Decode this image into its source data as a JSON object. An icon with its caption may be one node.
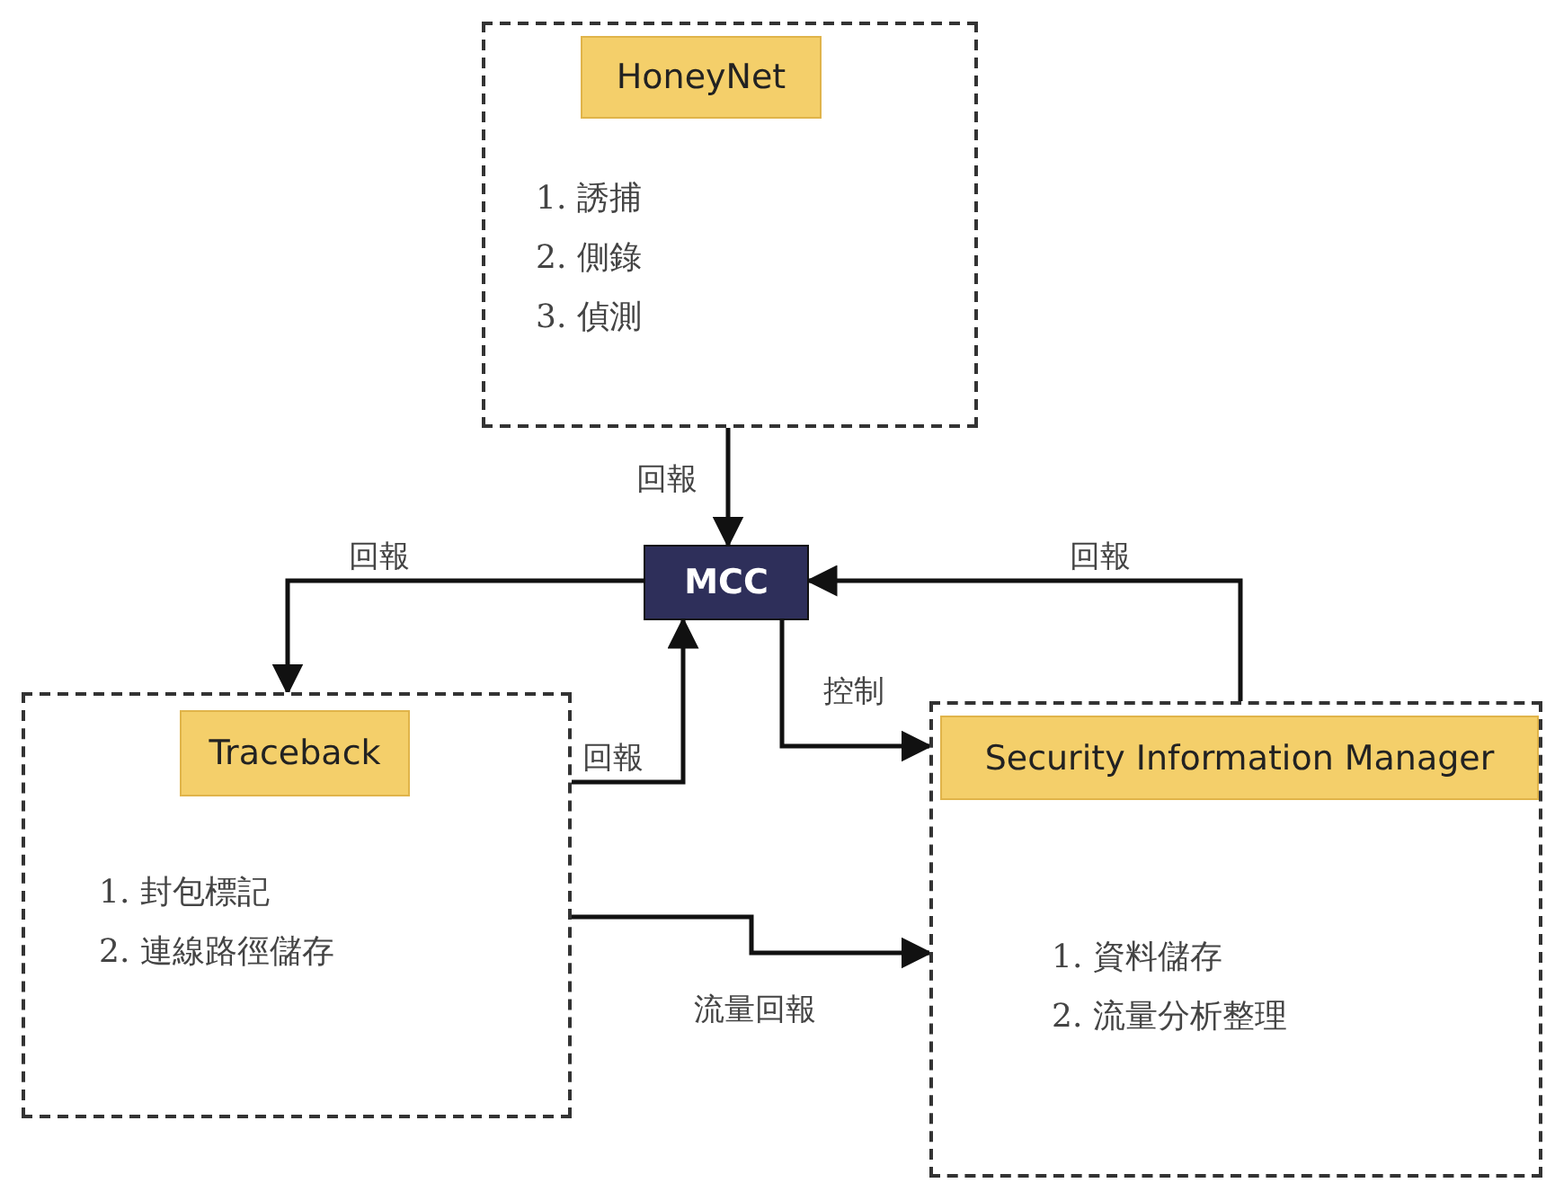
{
  "diagram": {
    "nodes": [
      {
        "text": [
          "1. 誘捕",
          "2. 側錄",
          "3. 偵測"
        ]
      },
      {
        "text": [
          "HoneyNet"
        ],
        "in": 0
      },
      {
        "text": [
          "MCC"
        ]
      },
      {
        "text": [
          "1. 封包標記",
          "2. 連線路徑儲存"
        ]
      },
      {
        "text": [
          "Traceback"
        ],
        "in": 3
      },
      {
        "text": [
          "1. 資料儲存",
          "2. 流量分析整理"
        ]
      },
      {
        "text": [
          "Security Information Manager"
        ],
        "in": 5
      }
    ],
    "edges": [
      {
        "from": 0,
        "to": 2,
        "arrow": "to",
        "label": "回報"
      },
      {
        "from": 2,
        "to": 3,
        "arrow": "to",
        "label": "回報"
      },
      {
        "from": 3,
        "to": 2,
        "arrow": "to",
        "label": "回報"
      },
      {
        "from": 2,
        "to": 5,
        "arrow": "to",
        "label": "控制"
      },
      {
        "from": 5,
        "to": 2,
        "arrow": "to",
        "label": "回報"
      },
      {
        "from": 3,
        "to": 5,
        "arrow": "to",
        "label": "流量回報"
      }
    ]
  }
}
